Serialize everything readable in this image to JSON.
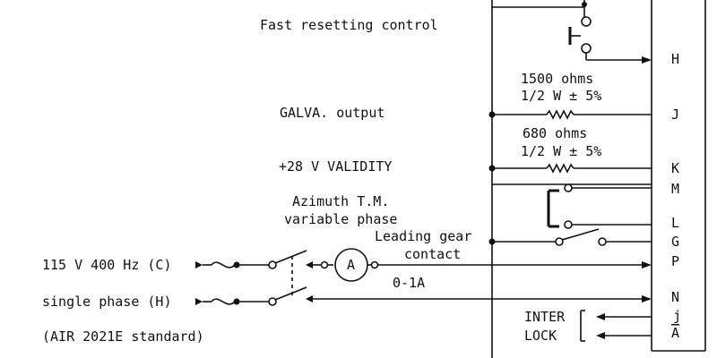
{
  "labels": {
    "fast_resetting": "Fast resetting control",
    "r1_value": "1500 ohms",
    "r1_rating": "1/2 W ± 5%",
    "galva_output": "GALVA. output",
    "r2_value": "680 ohms",
    "r2_rating": "1/2 W ± 5%",
    "validity": "+28 V VALIDITY",
    "azimuth_line1": "Azimuth T.M.",
    "azimuth_line2": "variable phase",
    "leading_line1": "Leading gear",
    "leading_line2": "contact",
    "power_line1": "115 V 400 Hz (C)",
    "power_line2": "single phase (H)",
    "ammeter_range": "0-1A",
    "ammeter_symbol": "A",
    "interlock_line1": "INTER",
    "interlock_line2": "LOCK",
    "standard": "(AIR 2021E standard)"
  },
  "pins": {
    "h": "H",
    "j": "J",
    "k": "K",
    "m": "M",
    "l": "L",
    "g": "G",
    "p": "P",
    "n": "N",
    "j2": "j",
    "a": "A"
  }
}
